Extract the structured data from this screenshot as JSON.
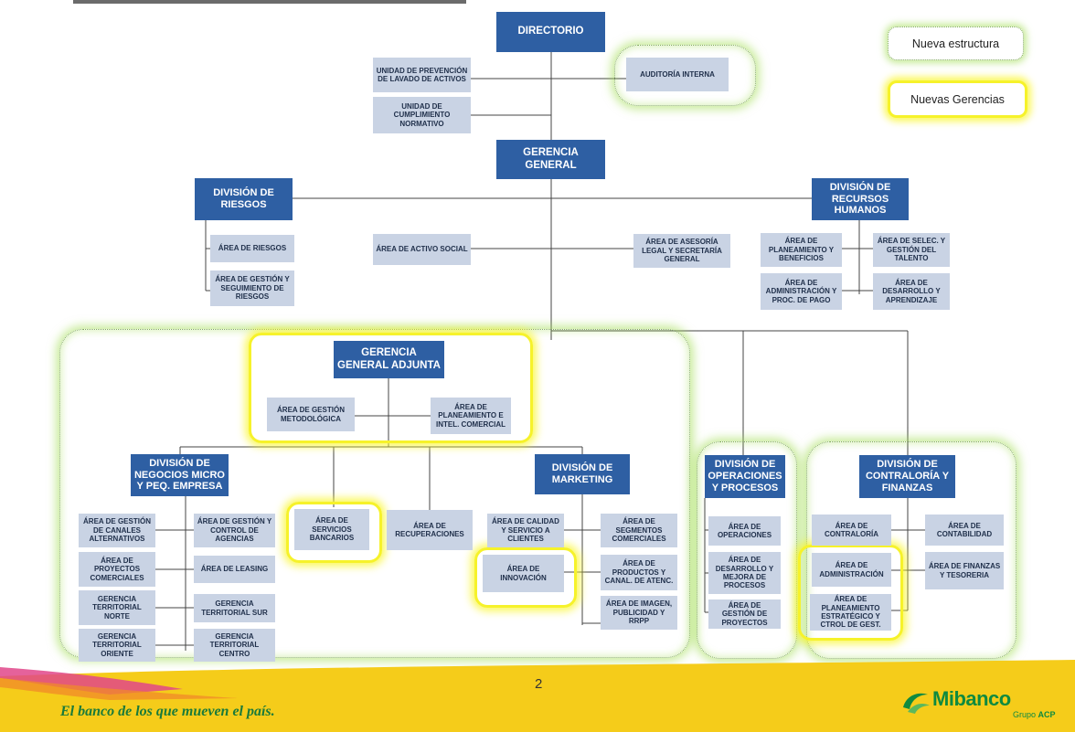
{
  "legend": {
    "new_structure": "Nueva estructura",
    "new_management": "Nuevas Gerencias"
  },
  "boxes": {
    "directorio": "DIRECTORIO",
    "prevencion": "UNIDAD DE PREVENCIÓN DE LAVADO DE ACTIVOS",
    "cumplimiento": "UNIDAD DE CUMPLIMIENTO NORMATIVO",
    "auditoria": "AUDITORÍA INTERNA",
    "gerencia_general": "GERENCIA GENERAL",
    "div_riesgos": "DIVISIÓN DE RIESGOS",
    "area_riesgos": "ÁREA DE RIESGOS",
    "area_gestion_riesgos": "ÁREA DE GESTIÓN Y SEGUIMIENTO DE RIESGOS",
    "area_activo_social": "ÁREA DE ACTIVO SOCIAL",
    "area_asesoria": "ÁREA DE ASESORÍA LEGAL Y SECRETARÍA GENERAL",
    "div_rrhh": "DIVISIÓN DE RECURSOS HUMANOS",
    "area_planeamiento_beneficios": "ÁREA DE PLANEAMIENTO Y BENEFICIOS",
    "area_seleccion": "ÁREA DE SELEC. Y GESTIÓN DEL TALENTO",
    "area_administracion_pago": "ÁREA DE ADMINISTRACIÓN Y PROC. DE PAGO",
    "area_desarrollo": "ÁREA DE DESARROLLO Y APRENDIZAJE",
    "gerencia_adjunta": "GERENCIA GENERAL ADJUNTA",
    "area_gestion_metodologica": "ÁREA DE GESTIÓN METODOLÓGICA",
    "area_planeamiento_comercial": "ÁREA DE PLANEAMIENTO E INTEL. COMERCIAL",
    "div_negocios": "DIVISIÓN DE NEGOCIOS MICRO Y PEQ. EMPRESA",
    "div_marketing": "DIVISIÓN DE MARKETING",
    "area_canales": "ÁREA DE GESTIÓN DE CANALES ALTERNATIVOS",
    "area_control_agencias": "ÁREA DE GESTIÓN Y CONTROL DE AGENCIAS",
    "area_proyectos_comerciales": "ÁREA DE PROYECTOS COMERCIALES",
    "area_leasing": "ÁREA DE LEASING",
    "gerencia_norte": "GERENCIA TERRITORIAL NORTE",
    "gerencia_sur": "GERENCIA TERRITORIAL SUR",
    "gerencia_oriente": "GERENCIA TERRITORIAL ORIENTE",
    "gerencia_centro": "GERENCIA TERRITORIAL CENTRO",
    "area_servicios_bancarios": "ÁREA DE SERVICIOS BANCARIOS",
    "area_recuperaciones": "ÁREA DE RECUPERACIONES",
    "area_calidad": "ÁREA DE CALIDAD Y SERVICIO A CLIENTES",
    "area_segmentos": "ÁREA DE SEGMENTOS COMERCIALES",
    "area_innovacion": "ÁREA DE INNOVACIÓN",
    "area_productos": "ÁREA DE PRODUCTOS Y CANAL. DE ATENC.",
    "area_imagen": "ÁREA DE IMAGEN, PUBLICIDAD Y RRPP",
    "div_operaciones": "DIVISIÓN DE OPERACIONES Y PROCESOS",
    "area_operaciones": "ÁREA DE OPERACIONES",
    "area_desarrollo_procesos": "ÁREA DE DESARROLLO Y MEJORA DE PROCESOS",
    "area_gestion_proyectos": "ÁREA DE GESTIÓN DE PROYECTOS",
    "div_contraloria": "DIVISIÓN DE CONTRALORÍA Y FINANZAS",
    "area_contraloria": "ÁREA DE CONTRALORÍA",
    "area_contabilidad": "ÁREA DE CONTABILIDAD",
    "area_administracion": "ÁREA DE ADMINISTRACIÓN",
    "area_finanzas": "ÁREA DE FINANZAS Y TESORERIA",
    "area_planeamiento_estrategico": "ÁREA DE PLANEAMIENTO ESTRATÉGICO Y CTROL DE GEST."
  },
  "footer": {
    "page_number": "2",
    "slogan": "El banco de los que mueven el país.",
    "logo_name": "Mibanco",
    "logo_sub_prefix": "Grupo",
    "logo_sub_brand": "ACP"
  },
  "colors": {
    "division_box": "#2e5fa3",
    "area_box": "#c9d3e4",
    "new_structure_glow": "#a8dc5a",
    "new_management_glow": "#f6f22a",
    "footer_yellow": "#f5cc1a",
    "brand_green": "#0f8a3f"
  },
  "icons": {
    "logo": "mibanco-swirl-icon"
  }
}
